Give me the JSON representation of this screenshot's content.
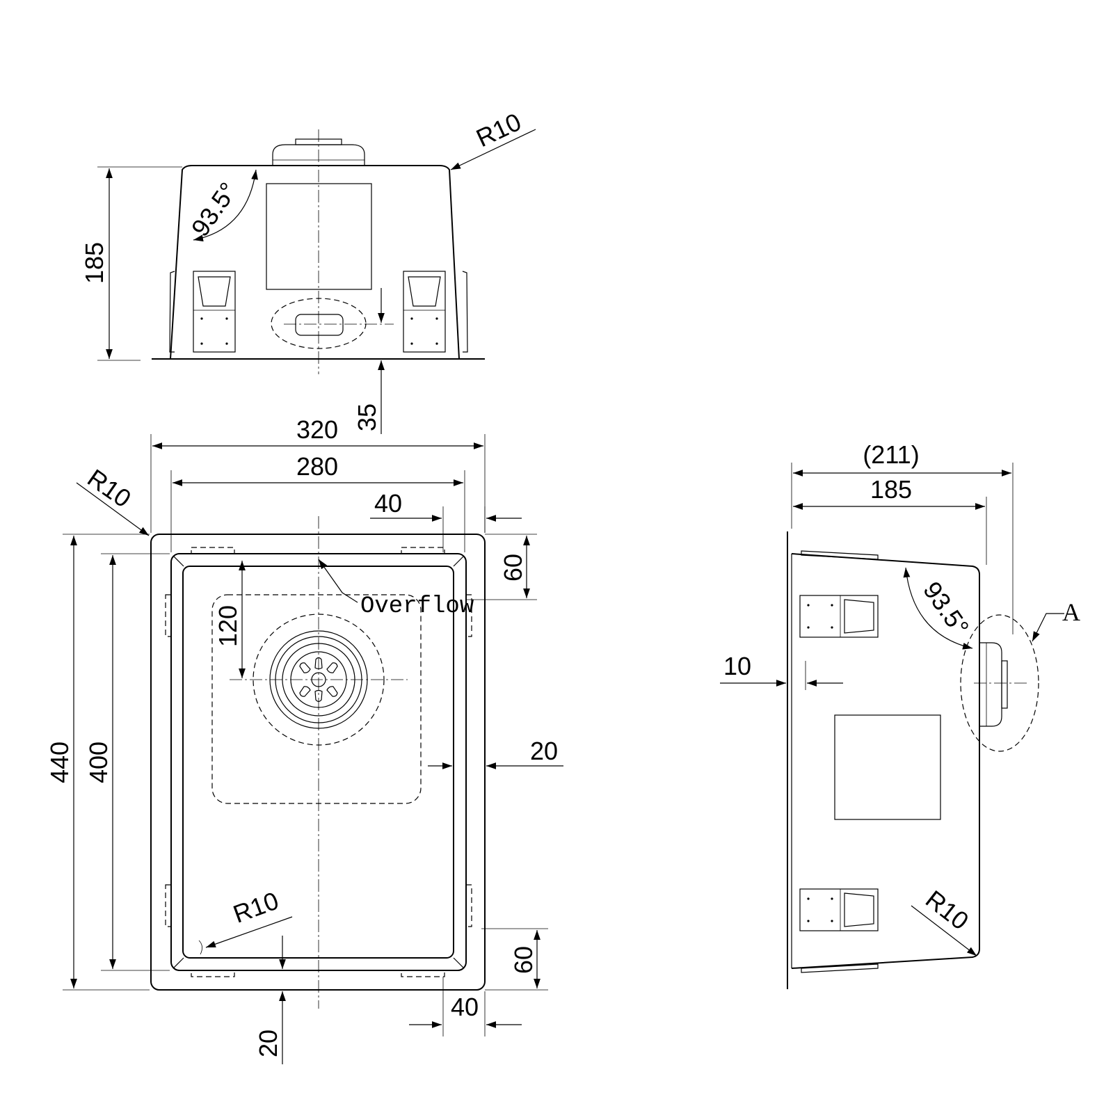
{
  "top_view": {
    "radius_label": "R10",
    "angle_label": "93.5°",
    "height_label": "185",
    "depth_label": "35"
  },
  "plan_view": {
    "overall_width": "320",
    "inner_width": "280",
    "offset_top_right": "40",
    "offset_bottom_right": "40",
    "corner_radius_outer": "R10",
    "corner_radius_inner": "R10",
    "drain_offset": "120",
    "overflow_label": "Overflow",
    "overall_length": "440",
    "inner_length": "400",
    "side_flange": "20",
    "bottom_flange": "20",
    "clip_spacing_top": "60",
    "clip_spacing_bottom": "60"
  },
  "side_view": {
    "overall_depth": "(211)",
    "depth": "185",
    "wall_offset": "10",
    "angle_label": "93.5°",
    "radius_label": "R10",
    "detail_label": "A"
  }
}
